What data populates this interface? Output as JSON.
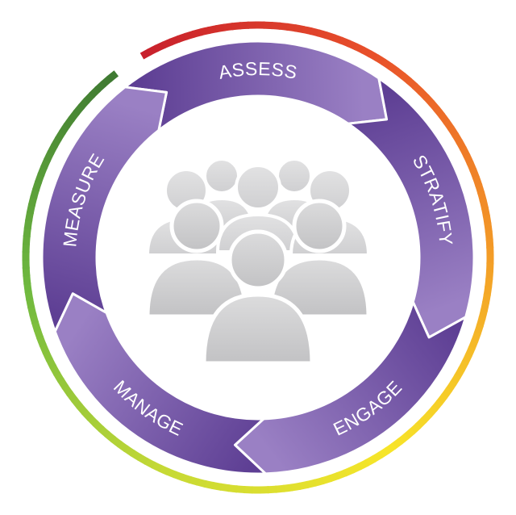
{
  "stages": [
    {
      "label": "ASSESS"
    },
    {
      "label": "STRATIFY"
    },
    {
      "label": "ENGAGE"
    },
    {
      "label": "MANAGE"
    },
    {
      "label": "MEASURE"
    }
  ],
  "center_icon": "group-of-people-icon",
  "colors": {
    "ring_purple_dark": "#5e3f94",
    "ring_purple_light": "#9a80c4",
    "people_light": "#d9d9da",
    "people_mid": "#c4c4c6",
    "outer_ring_gradient": [
      "#c8202c",
      "#e8502a",
      "#f39a27",
      "#f7e529",
      "#c5d935",
      "#6fb93f",
      "#3f7a32"
    ]
  }
}
